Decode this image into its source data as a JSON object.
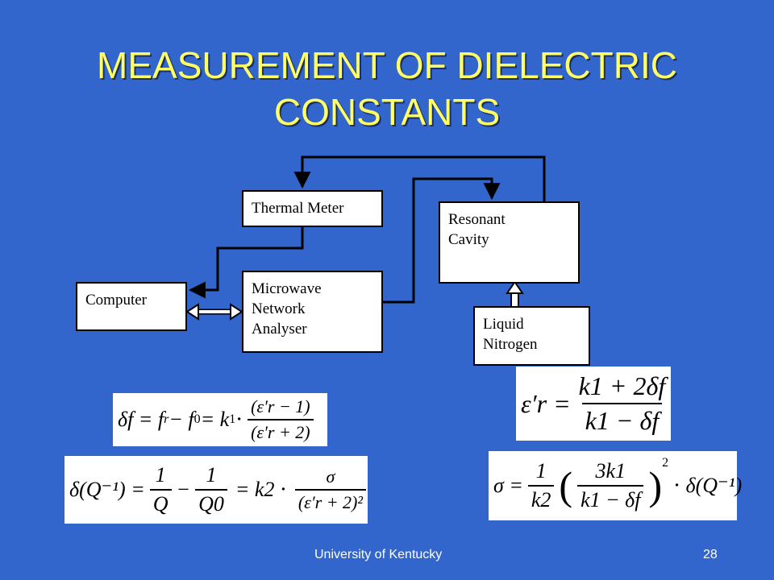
{
  "slide": {
    "title": "MEASUREMENT OF DIELECTRIC CONSTANTS",
    "footer_left": "University of Kentucky",
    "page_number": "28"
  },
  "diagram": {
    "thermal_meter": "Thermal Meter",
    "resonant_cavity": [
      "Resonant",
      "Cavity"
    ],
    "computer": "Computer",
    "network_analyser": [
      "Microwave",
      "Network",
      "Analyser"
    ],
    "liquid_nitrogen": [
      "Liquid",
      "Nitrogen"
    ]
  },
  "formulas": {
    "f1": {
      "lhs": "δf = f",
      "mid": " − f",
      "eq": " = k",
      "dot": " ⋅ ",
      "num": "(ε′r − 1)",
      "den": "(ε′r + 2)"
    },
    "f2": {
      "lhs": "ε′r =",
      "num": "k1 + 2δf",
      "den": "k1 − δf"
    },
    "f3": {
      "lhs": "δ(Q⁻¹) =",
      "n1": "1",
      "d1": "Q",
      "minus": "−",
      "n2": "1",
      "d2": "Q0",
      "eq": "= k2 ⋅",
      "n3": "σ",
      "d3": "(ε′r + 2)²"
    },
    "f4": {
      "lhs": "σ =",
      "n1": "1",
      "d1": "k2",
      "n2": "3k1",
      "d2": "k1 − δf",
      "rhs": "⋅ δ(Q⁻¹)"
    }
  },
  "colors": {
    "background": "#3366cc",
    "title": "#ffff66"
  }
}
